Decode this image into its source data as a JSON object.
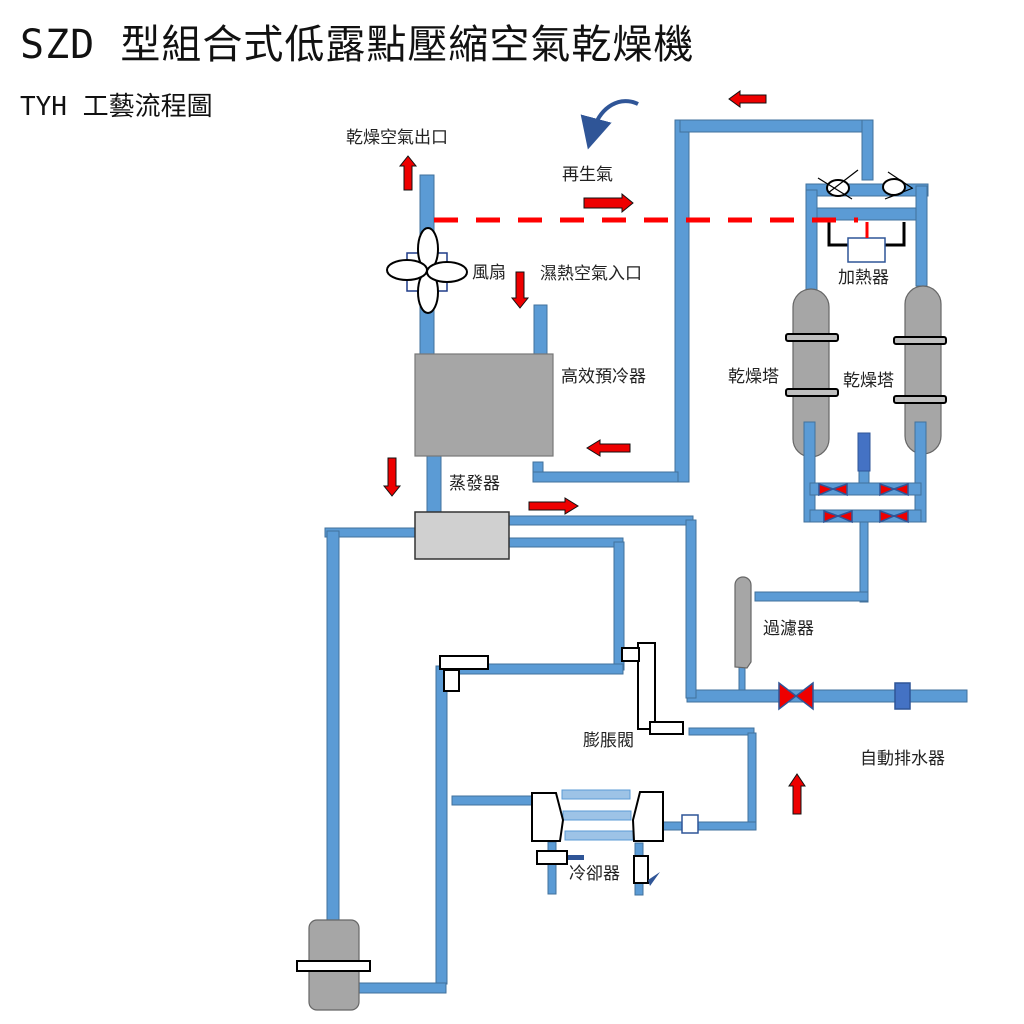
{
  "header": {
    "title": "SZD 型組合式低露點壓縮空氣乾燥機",
    "subtitle": "TYH 工藝流程圖"
  },
  "labels": {
    "dry_air_outlet": "乾燥空氣出口",
    "regen_air": "再生氣",
    "fan": "風扇",
    "wet_air_inlet": "濕熱空氣入口",
    "precooler": "高效預冷器",
    "evaporator": "蒸發器",
    "heater": "加熱器",
    "dry_tower_left": "乾燥塔",
    "dry_tower_right": "乾燥塔",
    "filter": "過濾器",
    "auto_drain": "自動排水器",
    "expansion_valve": "膨脹閥",
    "condenser": "冷卻器"
  },
  "colors": {
    "pipe": "#5b9bd5",
    "pipe_border": "#41719c",
    "flow_arrow": "#ee0000",
    "valve": "#ee0000",
    "vessel": "#a6a6a6",
    "regen_dashed_line": "#ff0000",
    "rotation_arrow": "#2f5597"
  }
}
